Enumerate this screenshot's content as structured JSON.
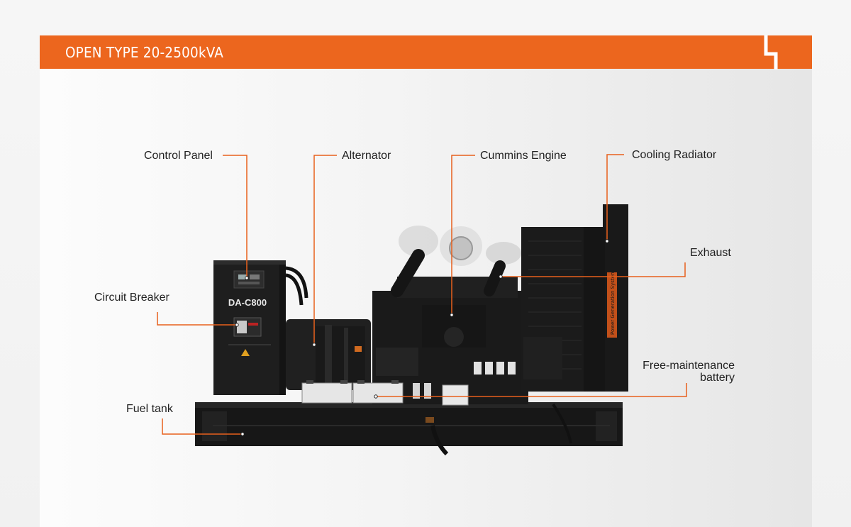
{
  "header": {
    "title": "OPEN TYPE 20-2500kVA"
  },
  "diagram": {
    "machine_model": "DA-C800",
    "radiator_text": "Power Generation System",
    "callouts": [
      {
        "id": "control-panel",
        "label": "Control Panel"
      },
      {
        "id": "alternator",
        "label": "Alternator"
      },
      {
        "id": "cummins-engine",
        "label": "Cummins Engine"
      },
      {
        "id": "cooling-radiator",
        "label": "Cooling Radiator"
      },
      {
        "id": "exhaust",
        "label": "Exhaust"
      },
      {
        "id": "circuit-breaker",
        "label": "Circuit Breaker"
      },
      {
        "id": "battery",
        "label": "Free-maintenance",
        "label2": "battery"
      },
      {
        "id": "fuel-tank",
        "label": "Fuel tank"
      }
    ]
  },
  "colors": {
    "accent": "#ec661e",
    "machine": "#1c1c1c",
    "text": "#222222"
  }
}
